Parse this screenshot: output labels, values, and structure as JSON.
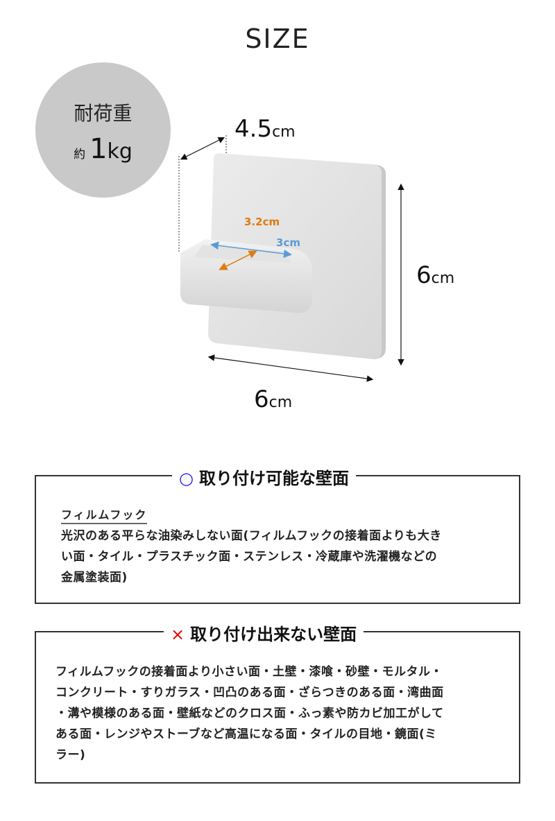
{
  "title": "SIZE",
  "load_badge": {
    "label": "耐荷重",
    "prefix": "約",
    "value": "1",
    "unit": "kg",
    "color": "#c9c9c9"
  },
  "dimensions": {
    "depth": {
      "value": "4.5",
      "unit": "cm"
    },
    "height": {
      "value": "6",
      "unit": "cm"
    },
    "width": {
      "value": "6",
      "unit": "cm"
    },
    "hook_depth": {
      "value": "3.2",
      "unit": "cm",
      "color": "#e07a10"
    },
    "hook_width": {
      "value": "3",
      "unit": "cm",
      "color": "#5b9bd5"
    }
  },
  "mountable": {
    "mark": "○",
    "mark_color": "#1a1aff",
    "heading": "取り付け可能な壁面",
    "sub_heading": "フィルムフック",
    "lines": [
      "光沢のある平らな油染みしない面(フィルムフックの接着面よりも大き",
      "い面・タイル・プラスチック面・ステンレス・冷蔵庫や洗濯機などの",
      "金属塗装面)"
    ]
  },
  "not_mountable": {
    "mark": "×",
    "mark_color": "#e60000",
    "heading": "取り付け出来ない壁面",
    "lines": [
      "フィルムフックの接着面より小さい面・土壁・漆喰・砂壁・モルタル・",
      "コンクリート・すりガラス・凹凸のある面・ざらつきのある面・湾曲面",
      "・溝や模様のある面・壁紙などのクロス面・ふっ素や防カビ加工がして",
      "ある面・レンジやストーブなど高温になる面・タイルの目地・鏡面(ミ",
      "ラー)"
    ]
  }
}
